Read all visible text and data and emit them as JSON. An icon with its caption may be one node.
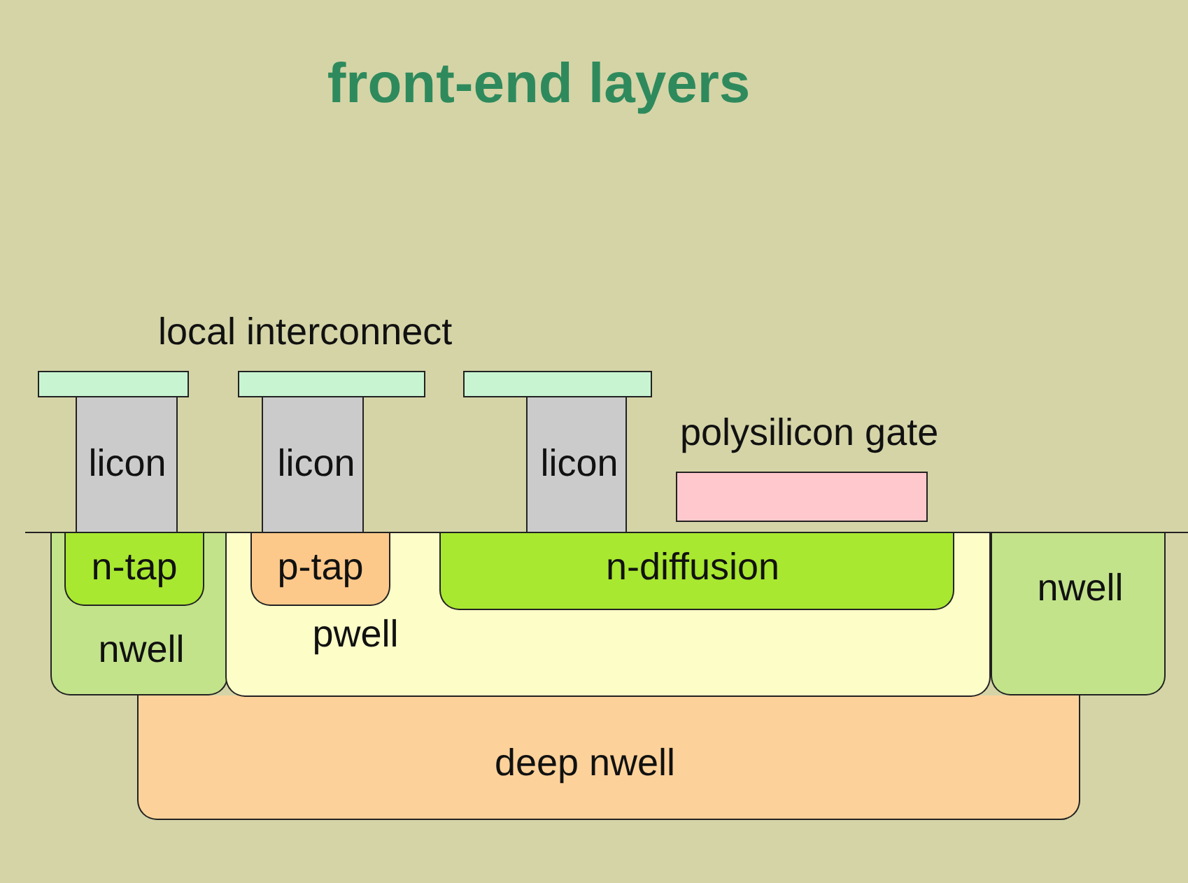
{
  "diagram": {
    "title": "front-end layers",
    "nodes": [
      {
        "text": [],
        "shape": "bar"
      },
      {
        "text": [],
        "shape": "bar"
      },
      {
        "text": [],
        "shape": "bar"
      },
      {
        "text": [
          "licon"
        ]
      },
      {
        "text": [
          "licon"
        ]
      },
      {
        "text": [
          "licon"
        ]
      },
      {
        "text": [],
        "shape": "box",
        "beside": [
          "polysilicon gate"
        ]
      },
      {
        "text": [
          "nwell"
        ]
      },
      {
        "text": [
          "n-tap"
        ],
        "in": 7
      },
      {
        "text": [
          "pwell"
        ]
      },
      {
        "text": [
          "p-tap"
        ],
        "in": 9
      },
      {
        "text": [
          "n-diffusion"
        ],
        "in": 9
      },
      {
        "text": [
          "nwell"
        ]
      },
      {
        "text": [
          "deep nwell"
        ]
      }
    ],
    "labels": [
      "local interconnect"
    ]
  }
}
